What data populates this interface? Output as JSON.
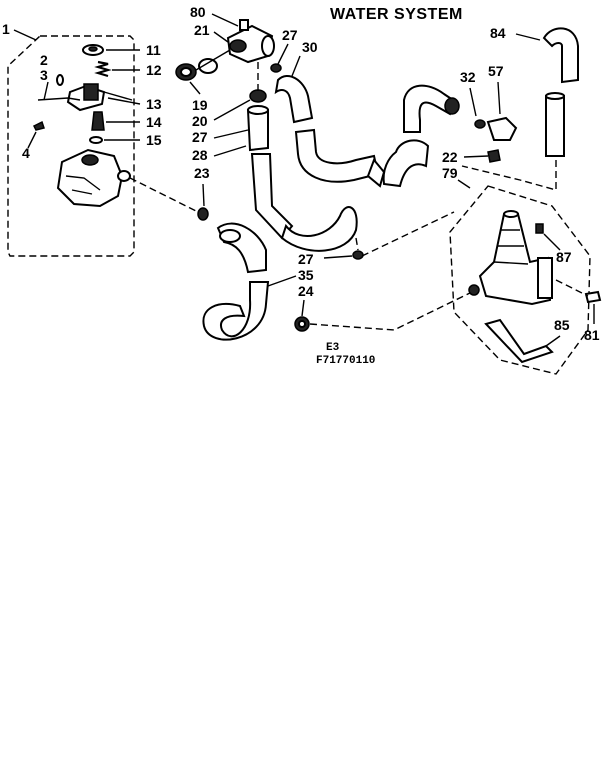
{
  "diagram": {
    "title": "WATER SYSTEM",
    "section_code": "E3",
    "figure_code": "F71770110",
    "callouts": [
      {
        "id": "c1",
        "text": "1"
      },
      {
        "id": "c2",
        "text": "2"
      },
      {
        "id": "c3",
        "text": "3"
      },
      {
        "id": "c4",
        "text": "4"
      },
      {
        "id": "c11",
        "text": "11"
      },
      {
        "id": "c12",
        "text": "12"
      },
      {
        "id": "c13",
        "text": "13"
      },
      {
        "id": "c14",
        "text": "14"
      },
      {
        "id": "c15",
        "text": "15"
      },
      {
        "id": "c80",
        "text": "80"
      },
      {
        "id": "c21",
        "text": "21"
      },
      {
        "id": "c19",
        "text": "19"
      },
      {
        "id": "c20",
        "text": "20"
      },
      {
        "id": "c27a",
        "text": "27"
      },
      {
        "id": "c28",
        "text": "28"
      },
      {
        "id": "c23",
        "text": "23"
      },
      {
        "id": "c27b",
        "text": "27"
      },
      {
        "id": "c30",
        "text": "30"
      },
      {
        "id": "c27c",
        "text": "27"
      },
      {
        "id": "c35",
        "text": "35"
      },
      {
        "id": "c24",
        "text": "24"
      },
      {
        "id": "c84",
        "text": "84"
      },
      {
        "id": "c32",
        "text": "32"
      },
      {
        "id": "c57",
        "text": "57"
      },
      {
        "id": "c22",
        "text": "22"
      },
      {
        "id": "c79",
        "text": "79"
      },
      {
        "id": "c87",
        "text": "87"
      },
      {
        "id": "c85",
        "text": "85"
      },
      {
        "id": "c81",
        "text": "81"
      }
    ]
  }
}
